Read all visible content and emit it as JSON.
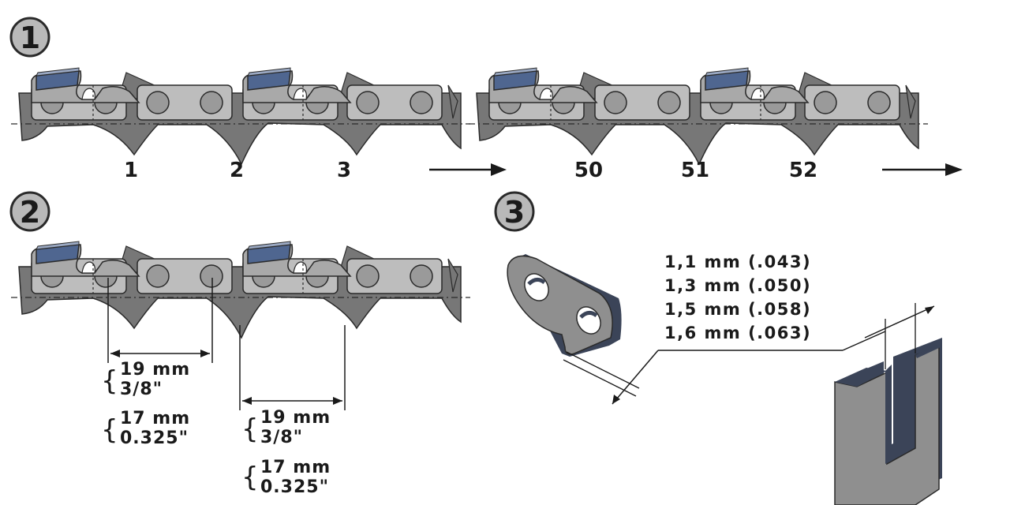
{
  "sections": [
    {
      "badge": "1"
    },
    {
      "badge": "2"
    },
    {
      "badge": "3"
    }
  ],
  "link_numbers": [
    "1",
    "2",
    "3",
    "50",
    "51",
    "52"
  ],
  "pitch_specs": [
    {
      "mm": "19 mm",
      "inch": "3/8\""
    },
    {
      "mm": "17 mm",
      "inch": "0.325\""
    },
    {
      "mm": "19 mm",
      "inch": "3/8\""
    },
    {
      "mm": "17 mm",
      "inch": "0.325\""
    }
  ],
  "gauges": [
    "1,1 mm (.043)",
    "1,3 mm (.050)",
    "1,5 mm (.058)",
    "1,6 mm (.063)"
  ],
  "colors": {
    "link": "#bdbdbd",
    "drive_link": "#777777",
    "tooth_top": "#4f6690",
    "outline": "#2a2a2a",
    "bar_front": "#8f8f8f",
    "bar_side": "#3b4458"
  },
  "icons": [
    "right-arrow-icon",
    "brace-icon"
  ]
}
